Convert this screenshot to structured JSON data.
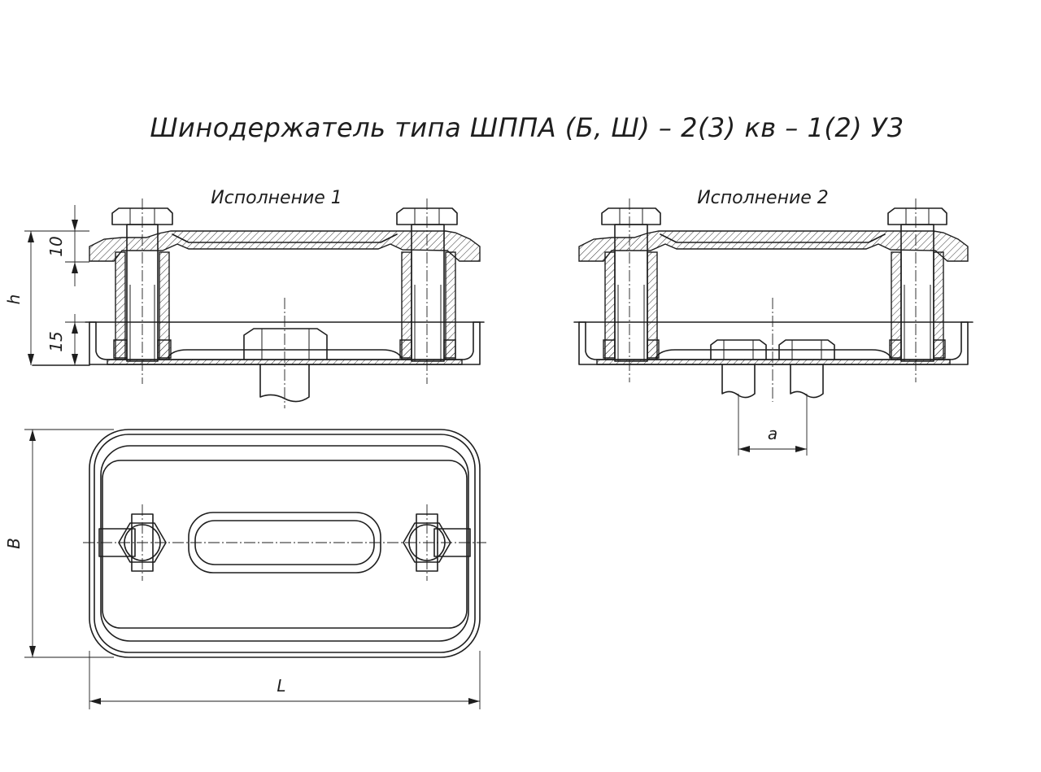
{
  "title": "Шинодержатель типа ШППА (Б, Ш) – 2(3) кв – 1(2) У3",
  "views": {
    "variant1": "Исполнение 1",
    "variant2": "Исполнение 2"
  },
  "dimensions": {
    "h": "h",
    "top_thickness": "10",
    "bottom_thickness": "15",
    "width": "B",
    "length": "L",
    "spacing": "a"
  },
  "colors": {
    "line": "#1e1e1e",
    "background": "#ffffff"
  }
}
